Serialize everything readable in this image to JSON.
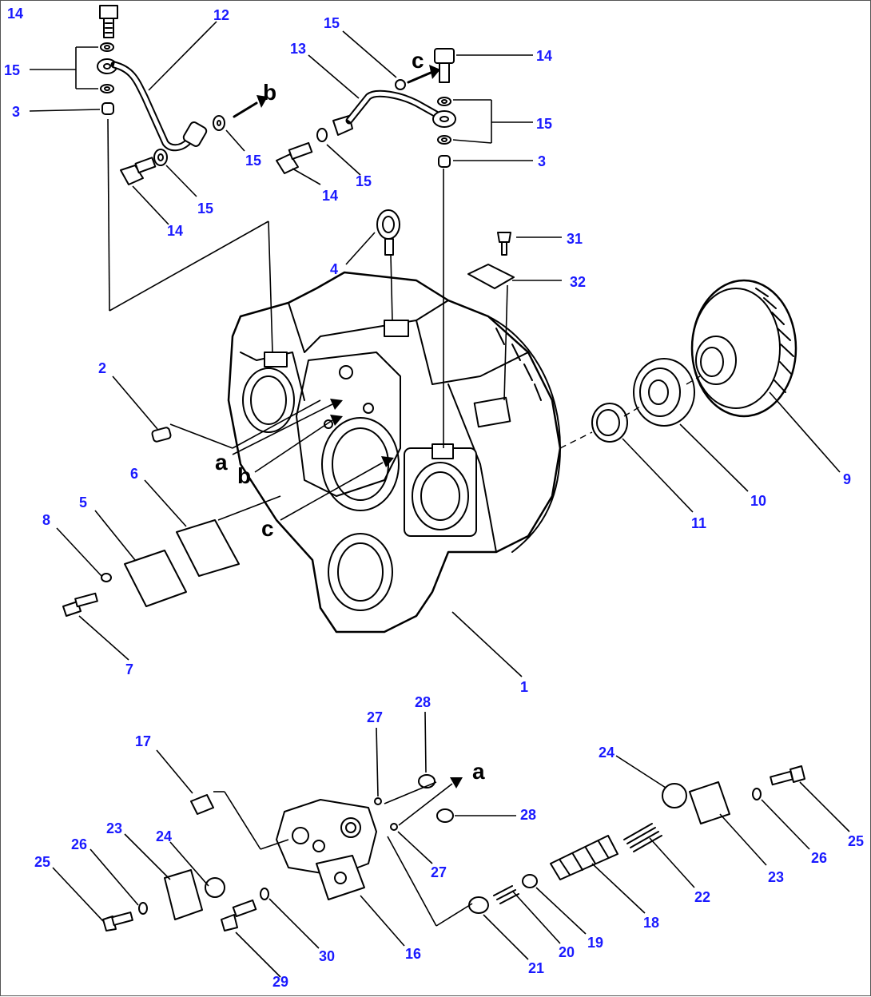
{
  "labels": {
    "n14a": "14",
    "n12": "12",
    "n15a": "15",
    "n3a": "3",
    "n15b": "15",
    "n14b": "14",
    "n15c": "15",
    "n14c": "14",
    "n15d": "15",
    "n15e": "15",
    "n13": "13",
    "n14d": "14",
    "n15f": "15",
    "n3b": "3",
    "n4": "4",
    "n31": "31",
    "n32": "32",
    "n2": "2",
    "n6": "6",
    "n5": "5",
    "n8": "8",
    "n7": "7",
    "n1": "1",
    "n9": "9",
    "n10": "10",
    "n11": "11",
    "n27a": "27",
    "n28a": "28",
    "n17": "17",
    "n23a": "23",
    "n24a": "24",
    "n25a": "25",
    "n26a": "26",
    "n28b": "28",
    "n27b": "27",
    "n24b": "24",
    "n29": "29",
    "n30": "30",
    "n16": "16",
    "n21": "21",
    "n20": "20",
    "n19": "19",
    "n18": "18",
    "n22": "22",
    "n23b": "23",
    "n26b": "26",
    "n25b": "25"
  },
  "refs": {
    "a_top": "b",
    "c_top": "c",
    "a_mid": "a",
    "b_mid": "b",
    "c_mid": "c",
    "a_bot": "a"
  },
  "colors": {
    "part_number": "#1a1aff",
    "line_art": "#000000"
  }
}
